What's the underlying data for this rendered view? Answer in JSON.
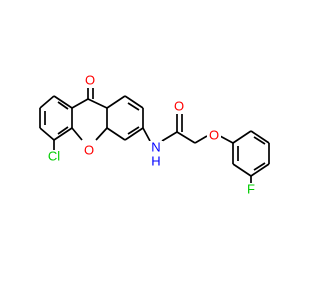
{
  "colors": {
    "background": "#ffffff",
    "bond": "#000000",
    "oxygen": "#ff0000",
    "nitrogen": "#0000ff",
    "chlorine": "#00cc00",
    "fluorine": "#00cc00"
  },
  "atom_labels": {
    "ketone_oxygen": "O",
    "ring_oxygen": "O",
    "chlorine": "Cl",
    "amide_nitrogen": "N",
    "amide_hydrogen": "H",
    "amide_oxygen": "O",
    "ether_oxygen": "O",
    "fluorine": "F"
  }
}
